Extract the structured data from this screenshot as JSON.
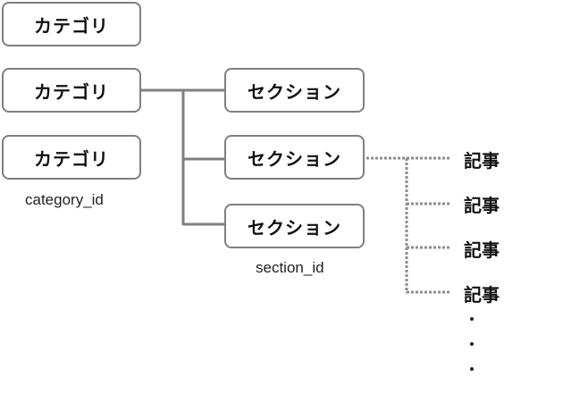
{
  "categories": [
    {
      "label": "カテゴリ"
    },
    {
      "label": "カテゴリ"
    },
    {
      "label": "カテゴリ"
    }
  ],
  "category_caption": "category_id",
  "sections": [
    {
      "label": "セクション"
    },
    {
      "label": "セクション"
    },
    {
      "label": "セクション"
    }
  ],
  "section_caption": "section_id",
  "articles": [
    {
      "label": "記事"
    },
    {
      "label": "記事"
    },
    {
      "label": "記事"
    },
    {
      "label": "記事"
    }
  ],
  "colors": {
    "border": "#7f7f7f",
    "solid_line": "#7f7f7f",
    "dotted_line": "#8c8c8c"
  }
}
